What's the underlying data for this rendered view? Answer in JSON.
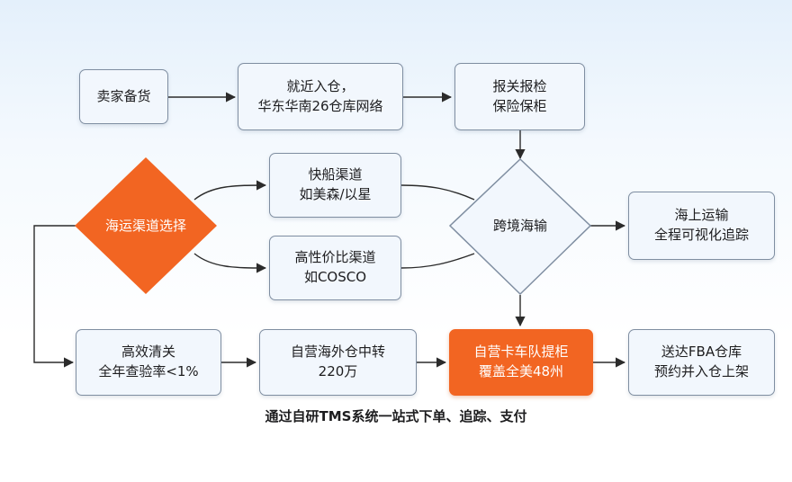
{
  "nodes": {
    "seller_stock": "卖家备货",
    "warehouse": [
      "就近入仓，",
      "华东华南26仓库网络"
    ],
    "customs": [
      "报关报检",
      "保险保柜"
    ],
    "channel_select": "海运渠道选择",
    "fast_ship": [
      "快船渠道",
      "如美森/以星"
    ],
    "value_channel": [
      "高性价比渠道",
      "如COSCO"
    ],
    "cross_border": "跨境海输",
    "sea_transport": [
      "海上运输",
      "全程可视化追踪"
    ],
    "clearance": [
      "高效清关",
      "全年查验率<1%"
    ],
    "overseas_wh": [
      "自营海外仓中转",
      "220万"
    ],
    "trucking": [
      "自营卡车队提柜",
      "覆盖全美48州"
    ],
    "fba": [
      "送达FBA仓库",
      "预约并入仓上架"
    ]
  },
  "caption": "通过自研TMS系统一站式下单、追踪、支付",
  "colors": {
    "highlight": "#f26522",
    "box_fill": "#f2f7fd",
    "box_border": "#7f8ea1",
    "arrow": "#2b2b2b"
  }
}
